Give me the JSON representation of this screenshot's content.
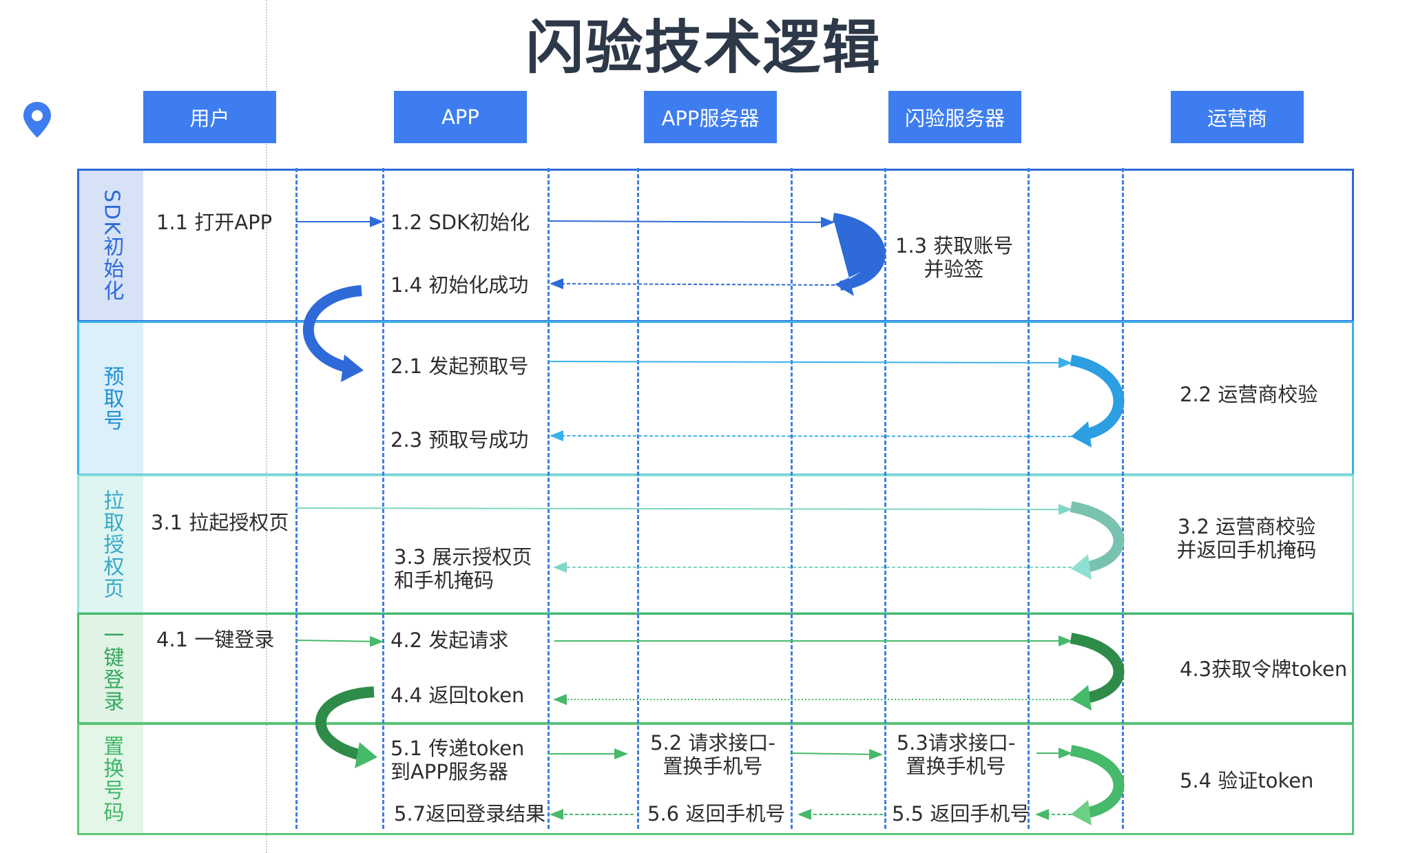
{
  "title": "闪验技术逻辑",
  "icons": {
    "location": "location-pin-icon"
  },
  "colors": {
    "header_bg": "#3d7df0",
    "lane1": "#2e6ad8",
    "lane2": "#3ab0ea",
    "lane3": "#8ee0d2",
    "lane4": "#46b96a",
    "lane5": "#5dc577"
  },
  "columns": [
    "用户",
    "APP",
    "APP服务器",
    "闪验服务器",
    "运营商"
  ],
  "lanes": [
    {
      "label": "SDK初始化",
      "steps": {
        "s1_1": "1.1 打开APP",
        "s1_2": "1.2 SDK初始化",
        "s1_3a": "1.3 获取账号",
        "s1_3b": "并验签",
        "s1_4": "1.4 初始化成功"
      }
    },
    {
      "label": "预取号",
      "steps": {
        "s2_1": "2.1 发起预取号",
        "s2_2": "2.2 运营商校验",
        "s2_3": "2.3 预取号成功"
      }
    },
    {
      "label": "拉取授权页",
      "steps": {
        "s3_1": "3.1 拉起授权页",
        "s3_2a": "3.2 运营商校验",
        "s3_2b": "并返回手机掩码",
        "s3_3a": "3.3 展示授权页",
        "s3_3b": "和手机掩码"
      }
    },
    {
      "label": "一键登录",
      "steps": {
        "s4_1": "4.1 一键登录",
        "s4_2": "4.2 发起请求",
        "s4_3": "4.3获取令牌token",
        "s4_4": "4.4 返回token"
      }
    },
    {
      "label": "置换号码",
      "steps": {
        "s5_1a": "5.1 传递token",
        "s5_1b": "到APP服务器",
        "s5_2a": "5.2 请求接口-",
        "s5_2b": "置换手机号",
        "s5_3a": "5.3请求接口-",
        "s5_3b": "置换手机号",
        "s5_4": "5.4 验证token",
        "s5_5": "5.5 返回手机号",
        "s5_6": "5.6 返回手机号",
        "s5_7": "5.7返回登录结果"
      }
    }
  ]
}
